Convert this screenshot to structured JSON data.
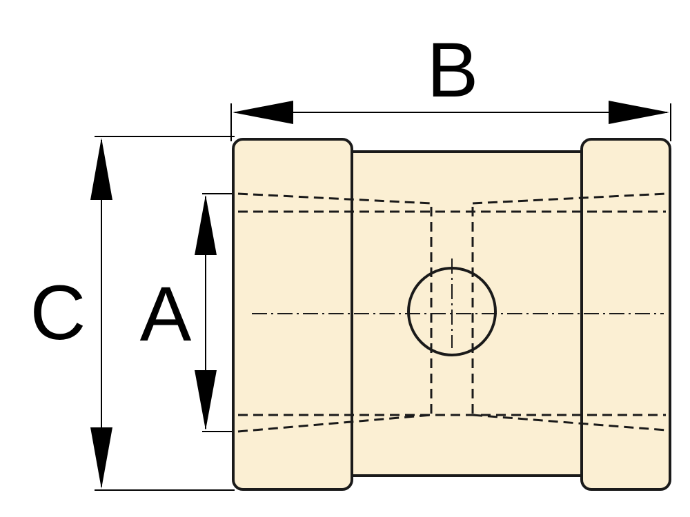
{
  "labels": {
    "a": "A",
    "b": "B",
    "c": "C"
  },
  "colors": {
    "body_fill": "#fbefd3",
    "outline": "#1a1a1a",
    "dimension_line": "#000000",
    "background": "#ffffff"
  }
}
